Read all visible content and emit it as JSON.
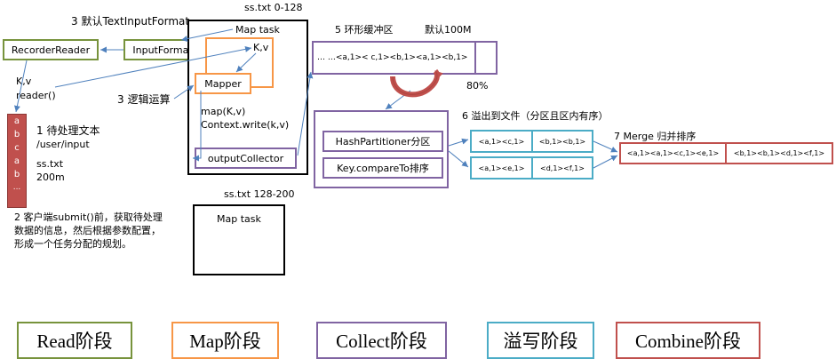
{
  "labels": {
    "step3_default": "3 默认TextInputFormat",
    "recorder_reader": "RecorderReader",
    "input_format": "InputFormat",
    "kv_left": "K,v",
    "reader_call": "reader()",
    "step3_logic": "3 逻辑运算",
    "step1": "1 待处理文本",
    "input_path": "/user/input",
    "file_name": "ss.txt",
    "file_size": "200m",
    "step2": "2 客户端submit()前，获取待处理数据的信息，然后根据参数配置，形成一个任务分配的规划。"
  },
  "stack_items": [
    "a",
    "b",
    "c",
    "a",
    "b",
    "..."
  ],
  "split1": {
    "range": "ss.txt 0-128",
    "title": "Map task",
    "kv": "K,v",
    "mapper": "Mapper",
    "map_call": "map(K,v)",
    "write_call": "Context.write(k,v)",
    "collector": "outputCollector"
  },
  "split2": {
    "range": "ss.txt 128-200",
    "title": "Map task"
  },
  "ring": {
    "title": "5 环形缓冲区",
    "default": "默认100M",
    "content": "… …<a,1>< c,1><b,1><a,1><b,1>",
    "percent": "80%"
  },
  "partition": {
    "partitioner": "HashPartitioner分区",
    "sorter": "Key.compareTo排序"
  },
  "spill": {
    "title": "6 溢出到文件（分区且区内有序）",
    "file1": [
      "<a,1><c,1>",
      "<b,1><b,1>"
    ],
    "file2": [
      "<a,1><e,1>",
      "<d,1><f,1>"
    ]
  },
  "merge": {
    "title": "7 Merge 归并排序",
    "cells": [
      "<a,1><a,1><c,1><e,1>",
      "<b,1><b,1><d,1><f,1>"
    ]
  },
  "legend": [
    "Read阶段",
    "Map阶段",
    "Collect阶段",
    "溢写阶段",
    "Combine阶段"
  ],
  "colors": {
    "read": "#77933c",
    "map": "#f79646",
    "collect": "#8064a2",
    "spill": "#4bacc6",
    "combine": "#c0504d",
    "arrow": "#4f81bd"
  }
}
